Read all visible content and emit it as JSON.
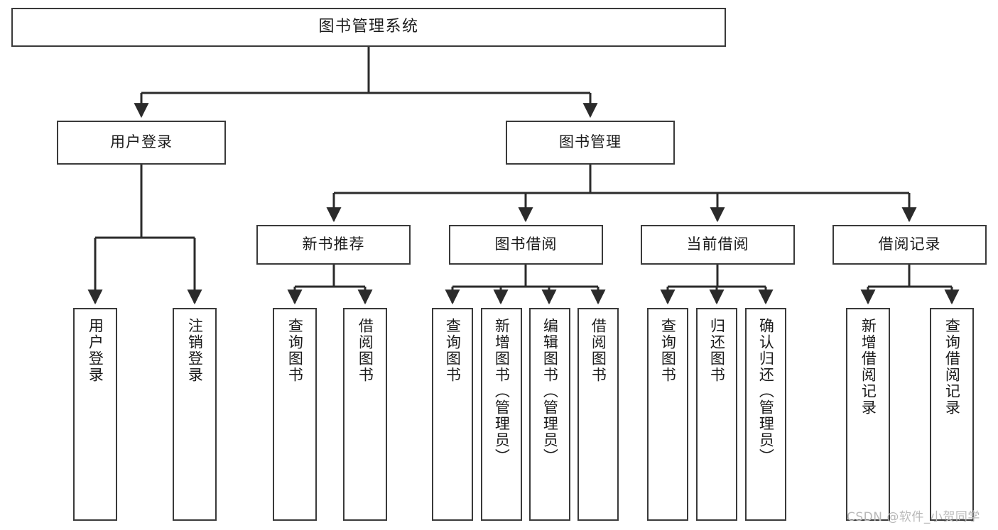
{
  "diagram": {
    "title": "图书管理系统",
    "type": "hierarchy-tree",
    "colors": {
      "box_border": "#3a3a3a",
      "box_fill": "#ffffff",
      "connector": "#2b2b2b",
      "text": "#1b1b1b",
      "watermark": "#b9b9b9",
      "background": "#ffffff"
    },
    "root": {
      "label": "图书管理系统"
    },
    "level2": [
      {
        "label": "用户登录"
      },
      {
        "label": "图书管理"
      }
    ],
    "level3": [
      {
        "label": "新书推荐"
      },
      {
        "label": "图书借阅"
      },
      {
        "label": "当前借阅"
      },
      {
        "label": "借阅记录"
      }
    ],
    "leaves": {
      "user_login": [
        {
          "label": "用户登录"
        },
        {
          "label": "注销登录"
        }
      ],
      "new_book_recommend": [
        {
          "label": "查询图书"
        },
        {
          "label": "借阅图书"
        }
      ],
      "book_borrow": [
        {
          "label": "查询图书"
        },
        {
          "label": "新增图书（管理员）"
        },
        {
          "label": "编辑图书（管理员）"
        },
        {
          "label": "借阅图书"
        }
      ],
      "current_borrow": [
        {
          "label": "查询图书"
        },
        {
          "label": "归还图书"
        },
        {
          "label": "确认归还（管理员）"
        }
      ],
      "borrow_record": [
        {
          "label": "新增借阅记录"
        },
        {
          "label": "查询借阅记录"
        }
      ]
    }
  },
  "watermark": {
    "text": "CSDN @软件_小贺同学"
  }
}
